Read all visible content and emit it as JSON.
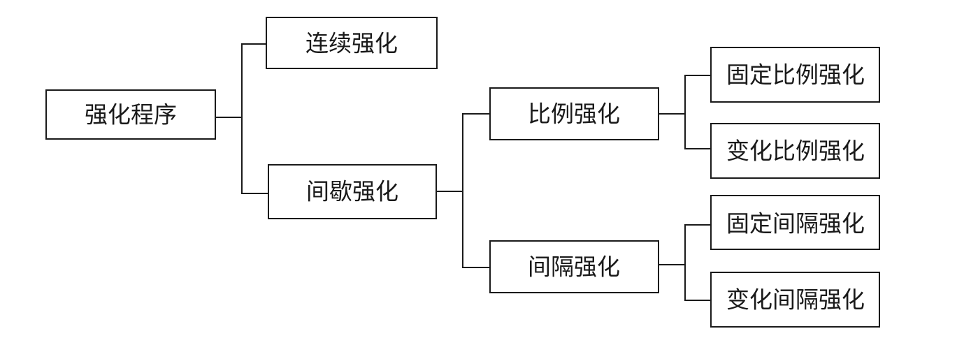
{
  "diagram": {
    "root": "强化程序",
    "continuous": "连续强化",
    "intermittent": "间歇强化",
    "ratio": "比例强化",
    "interval": "间隔强化",
    "fixed_ratio": "固定比例强化",
    "variable_ratio": "变化比例强化",
    "fixed_interval": "固定间隔强化",
    "variable_interval": "变化间隔强化"
  }
}
